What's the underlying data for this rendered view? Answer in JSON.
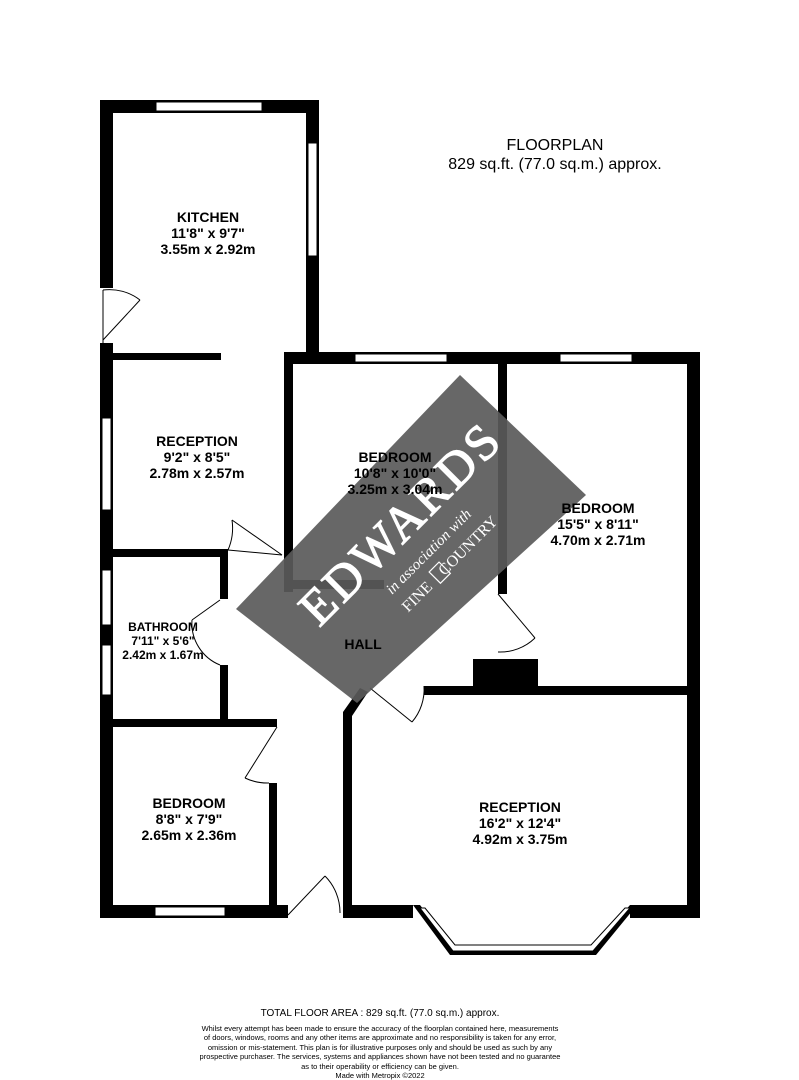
{
  "header": {
    "title": "FLOORPLAN",
    "area": "829 sq.ft. (77.0 sq.m.) approx."
  },
  "rooms": [
    {
      "name": "KITCHEN",
      "imperial": "11'8\"  x 9'7\"",
      "metric": "3.55m  x 2.92m"
    },
    {
      "name": "RECEPTION",
      "imperial": "9'2\"  x 8'5\"",
      "metric": "2.78m  x 2.57m"
    },
    {
      "name": "BEDROOM",
      "imperial": "10'8\"  x 10'0\"",
      "metric": "3.25m  x 3.04m"
    },
    {
      "name": "BEDROOM",
      "imperial": "15'5\"  x 8'11\"",
      "metric": "4.70m  x 2.71m"
    },
    {
      "name": "BATHROOM",
      "imperial": "7'11\"  x 5'6\"",
      "metric": "2.42m  x 1.67m"
    },
    {
      "name": "HALL"
    },
    {
      "name": "BEDROOM",
      "imperial": "8'8\"  x 7'9\"",
      "metric": "2.65m  x 2.36m"
    },
    {
      "name": "RECEPTION",
      "imperial": "16'2\"  x 12'4\"",
      "metric": "4.92m  x 3.75m"
    }
  ],
  "watermark": {
    "brand": "EDWARDS",
    "tagline": "in association with",
    "partner_left": "FINE",
    "partner_right": "COUNTRY",
    "color": "#5a5a5a"
  },
  "footer": {
    "total_area": "TOTAL FLOOR AREA : 829 sq.ft. (77.0 sq.m.) approx.",
    "disclaimer_lines": [
      "Whilst every attempt has been made to ensure the accuracy of the floorplan contained here, measurements",
      "of doors, windows, rooms and any other items are approximate and no responsibility is taken for any error,",
      "omission or mis-statement. This plan is for illustrative purposes only and should be used as such by any",
      "prospective purchaser. The services, systems and appliances shown have not been tested and no guarantee",
      "as to their operability or efficiency can be given."
    ],
    "credit": "Made with Metropix ©2022"
  },
  "colors": {
    "wall": "#000000",
    "window": "#ffffff",
    "background": "#ffffff"
  }
}
